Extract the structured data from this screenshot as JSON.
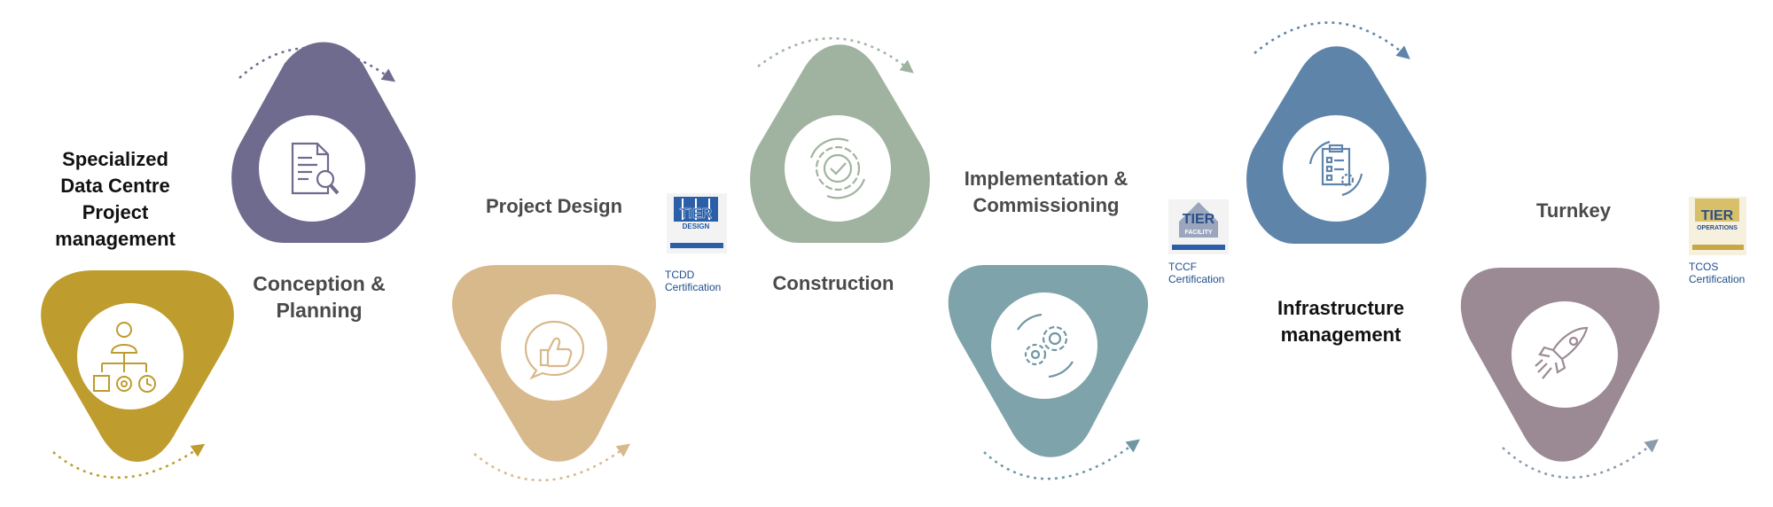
{
  "steps": [
    {
      "label": "Specialized Data Centre Project management",
      "color": "#BE9C2E",
      "icon": "org-chart-icon"
    },
    {
      "label": "Conception & Planning",
      "color": "#6E6B8E",
      "icon": "document-search-icon"
    },
    {
      "label": "Project Design",
      "color": "#D8B98C",
      "icon": "thumbs-up-icon"
    },
    {
      "label": "Construction",
      "color": "#A0B3A0",
      "icon": "gear-check-icon"
    },
    {
      "label": "Implementation & Commissioning",
      "color": "#7FA3AA",
      "icon": "gears-icon"
    },
    {
      "label": "Infrastructure management",
      "color": "#5E84AA",
      "icon": "clipboard-cycle-icon"
    },
    {
      "label": "Turnkey",
      "color": "#9B8A94",
      "icon": "rocket-icon"
    }
  ],
  "certifications": [
    {
      "tier_text": "TIER",
      "sub_text": "DESIGN",
      "badge_color": "#1f5aa6",
      "caption_1": "TCDD",
      "caption_2": "Certification"
    },
    {
      "tier_text": "TIER",
      "sub_text": "FACILITY",
      "badge_color": "#7a8aa8",
      "caption_1": "TCCF",
      "caption_2": "Certification"
    },
    {
      "tier_text": "TIER",
      "sub_text": "OPERATIONS",
      "badge_color": "#c9a646",
      "caption_1": "TCOS",
      "caption_2": "Certification"
    }
  ]
}
